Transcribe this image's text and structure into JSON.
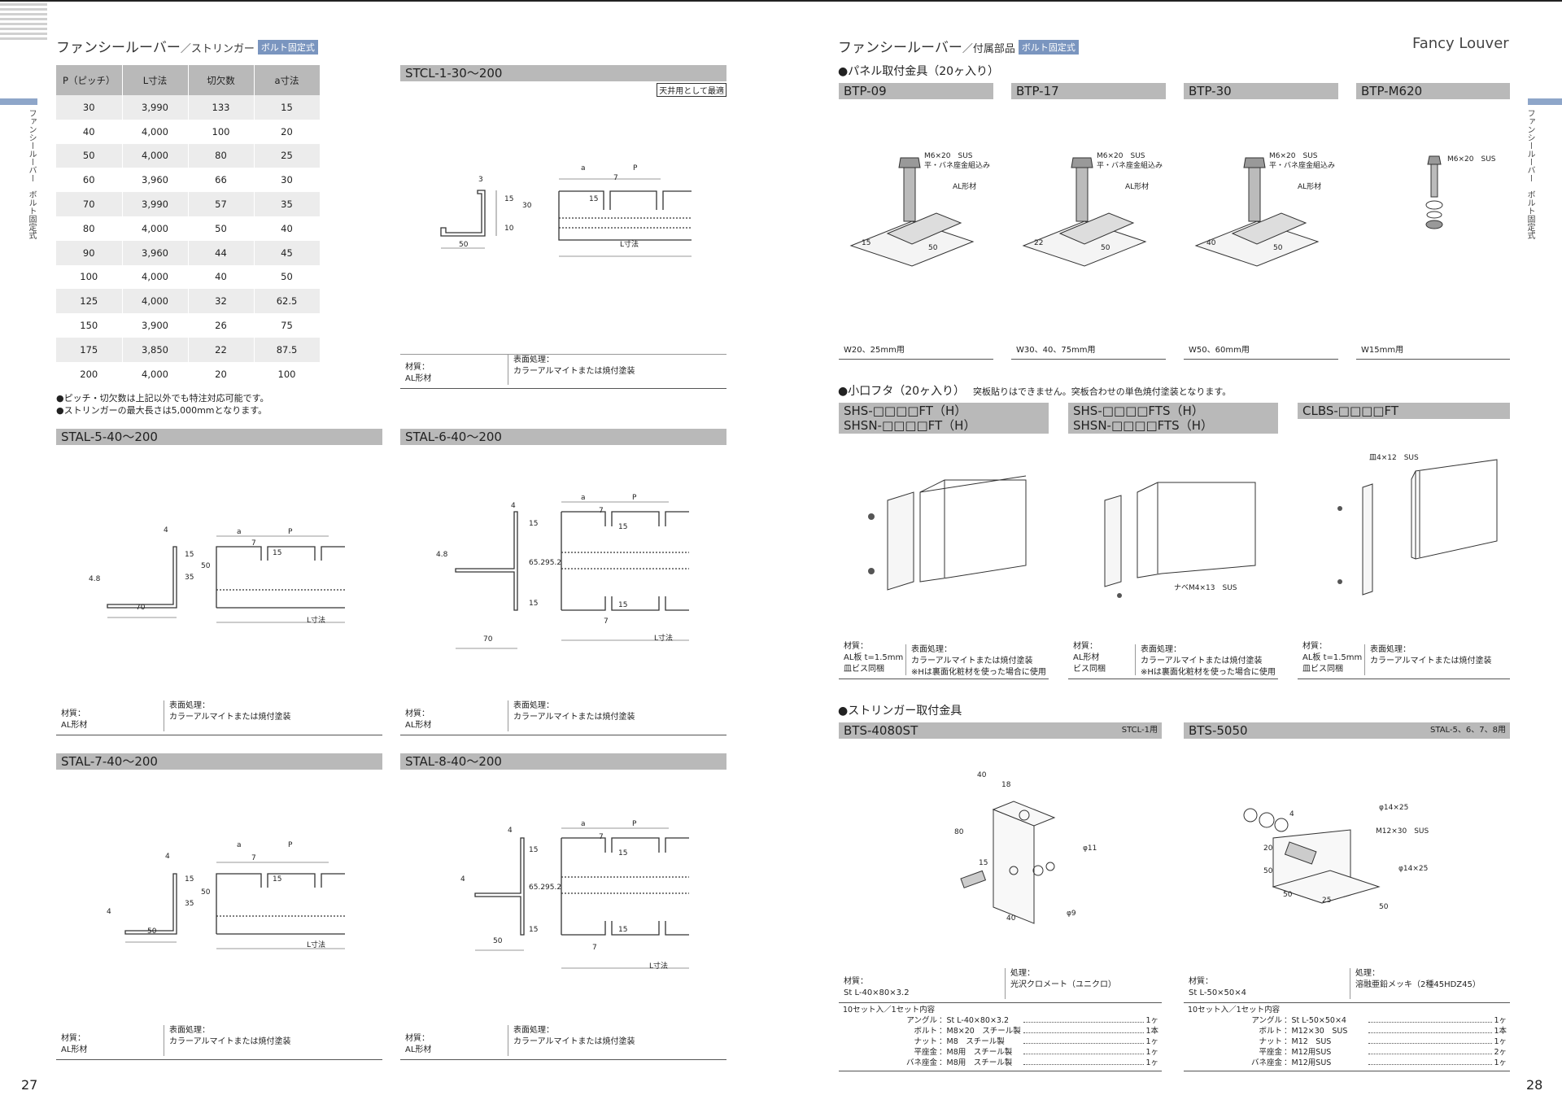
{
  "left": {
    "title": "ファンシールーバー",
    "subtitle": "／ストリンガー",
    "badge": "ボルト固定式",
    "side_label": "ファンシールーバー　ボルト固定式",
    "page_num": "27",
    "table": {
      "headers": [
        "P（ピッチ）",
        "L寸法",
        "切欠数",
        "a寸法"
      ],
      "rows": [
        [
          "30",
          "3,990",
          "133",
          "15"
        ],
        [
          "40",
          "4,000",
          "100",
          "20"
        ],
        [
          "50",
          "4,000",
          "80",
          "25"
        ],
        [
          "60",
          "3,960",
          "66",
          "30"
        ],
        [
          "70",
          "3,990",
          "57",
          "35"
        ],
        [
          "80",
          "4,000",
          "50",
          "40"
        ],
        [
          "90",
          "3,960",
          "44",
          "45"
        ],
        [
          "100",
          "4,000",
          "40",
          "50"
        ],
        [
          "125",
          "4,000",
          "32",
          "62.5"
        ],
        [
          "150",
          "3,900",
          "26",
          "75"
        ],
        [
          "175",
          "3,850",
          "22",
          "87.5"
        ],
        [
          "200",
          "4,000",
          "20",
          "100"
        ]
      ]
    },
    "notes": [
      "●ピッチ・切欠数は上記以外でも特注対応可能です。",
      "●ストリンガーの最大長さは5,000mmとなります。"
    ],
    "stcl": {
      "title": "STCL-1-30～200",
      "tag": "天井用として最適",
      "mat_label": "材質：",
      "mat_val": "AL形材",
      "surf_label": "表面処理：",
      "surf_val": "カラーアルマイトまたは焼付塗装"
    },
    "stal5": {
      "title": "STAL-5-40～200",
      "mat_label": "材質：",
      "mat_val": "AL形材",
      "surf_label": "表面処理：",
      "surf_val": "カラーアルマイトまたは焼付塗装"
    },
    "stal6": {
      "title": "STAL-6-40～200",
      "mat_label": "材質：",
      "mat_val": "AL形材",
      "surf_label": "表面処理：",
      "surf_val": "カラーアルマイトまたは焼付塗装"
    },
    "stal7": {
      "title": "STAL-7-40～200",
      "mat_label": "材質：",
      "mat_val": "AL形材",
      "surf_label": "表面処理：",
      "surf_val": "カラーアルマイトまたは焼付塗装"
    },
    "stal8": {
      "title": "STAL-8-40～200",
      "mat_label": "材質：",
      "mat_val": "AL形材",
      "surf_label": "表面処理：",
      "surf_val": "カラーアルマイトまたは焼付塗装"
    },
    "dims": {
      "a": "a",
      "P": "P",
      "L": "L寸法",
      "d3": "3",
      "d4": "4",
      "d4_8": "4.8",
      "d7": "7",
      "d10": "10",
      "d15": "15",
      "d30": "30",
      "d35": "35",
      "d50": "50",
      "d65_2": "65.2",
      "d95_2": "95.2",
      "d70": "70"
    }
  },
  "right": {
    "title": "ファンシールーバー",
    "subtitle": "／付属部品",
    "badge": "ボルト固定式",
    "brand": "Fancy Louver",
    "side_label": "ファンシールーバー　ボルト固定式",
    "page_num": "28",
    "panel_heading": "●パネル取付金具（20ヶ入り）",
    "btp": [
      {
        "title": "BTP-09",
        "bolt": "M6×20　SUS",
        "washer": "平・バネ座金組込み",
        "al": "AL形材",
        "d1": "15",
        "d2": "50",
        "caption": "W20、25mm用"
      },
      {
        "title": "BTP-17",
        "bolt": "M6×20　SUS",
        "washer": "平・バネ座金組込み",
        "al": "AL形材",
        "d1": "22",
        "d2": "50",
        "caption": "W30、40、75mm用"
      },
      {
        "title": "BTP-30",
        "bolt": "M6×20　SUS",
        "washer": "平・バネ座金組込み",
        "al": "AL形材",
        "d1": "40",
        "d2": "50",
        "caption": "W50、60mm用"
      },
      {
        "title": "BTP-M620",
        "bolt": "M6×20　SUS",
        "caption": "W15mm用"
      }
    ],
    "cap_heading": "●小口フタ（20ヶ入り）",
    "cap_note": "突板貼りはできません。突板合わせの単色焼付塗装となります。",
    "caps": [
      {
        "title": "SHS-□□□□FT（H）",
        "title2": "SHSN-□□□□FT（H）",
        "mat_label": "材質：",
        "mat_val": "AL板 t=1.5mm",
        "mat_val2": "皿ビス同梱",
        "surf_label": "表面処理：",
        "surf_val": "カラーアルマイトまたは焼付塗装",
        "surf_val2": "※Hは裏面化粧材を使った場合に使用"
      },
      {
        "title": "SHS-□□□□FTS（H）",
        "title2": "SHSN-□□□□FTS（H）",
        "screw": "ナベM4×13　SUS",
        "mat_label": "材質：",
        "mat_val": "AL形材",
        "mat_val2": "ビス同梱",
        "surf_label": "表面処理：",
        "surf_val": "カラーアルマイトまたは焼付塗装",
        "surf_val2": "※Hは裏面化粧材を使った場合に使用"
      },
      {
        "title": "CLBS-□□□□FT",
        "screw": "皿4×12　SUS",
        "mat_label": "材質：",
        "mat_val": "AL板 t=1.5mm",
        "mat_val2": "皿ビス同梱",
        "surf_label": "表面処理：",
        "surf_val": "カラーアルマイトまたは焼付塗装"
      }
    ],
    "str_heading": "●ストリンガー取付金具",
    "bts1": {
      "title": "BTS-4080ST",
      "tag": "STCL-1用",
      "d40": "40",
      "d18": "18",
      "d80": "80",
      "d15": "15",
      "phi11": "φ11",
      "phi9": "φ9",
      "d40b": "40",
      "mat_label": "材質：",
      "mat_val": "St L-40×80×3.2",
      "surf_label": "処理：",
      "surf_val": "光沢クロメート（ユニクロ）",
      "kit_title": "10セット入／1セット内容",
      "kit": [
        [
          "アングル",
          "：St L-40×80×3.2",
          "1ヶ"
        ],
        [
          "ボルト",
          "：M8×20　スチール製",
          "1本"
        ],
        [
          "ナット",
          "：M8　スチール製",
          "1ヶ"
        ],
        [
          "平座金",
          "：M8用　スチール製",
          "1ヶ"
        ],
        [
          "バネ座金",
          "：M8用　スチール製",
          "1ヶ"
        ]
      ]
    },
    "bts2": {
      "title": "BTS-5050",
      "tag": "STAL-5、6、7、8用",
      "phi14a": "φ14×25",
      "bolt": "M12×30　SUS",
      "phi14b": "φ14×25",
      "d4": "4",
      "d20": "20",
      "d50": "50",
      "d25": "25",
      "d50b": "50",
      "d50c": "50",
      "mat_label": "材質：",
      "mat_val": "St L-50×50×4",
      "surf_label": "処理：",
      "surf_val": "溶融亜鉛メッキ（2種45HDZ45）",
      "kit_title": "10セット入／1セット内容",
      "kit": [
        [
          "アングル",
          "：St L-50×50×4",
          "1ヶ"
        ],
        [
          "ボルト",
          "：M12×30　SUS",
          "1本"
        ],
        [
          "ナット",
          "：M12　SUS",
          "1ヶ"
        ],
        [
          "平座金",
          "：M12用SUS",
          "2ヶ"
        ],
        [
          "バネ座金",
          "：M12用SUS",
          "1ヶ"
        ]
      ]
    }
  }
}
